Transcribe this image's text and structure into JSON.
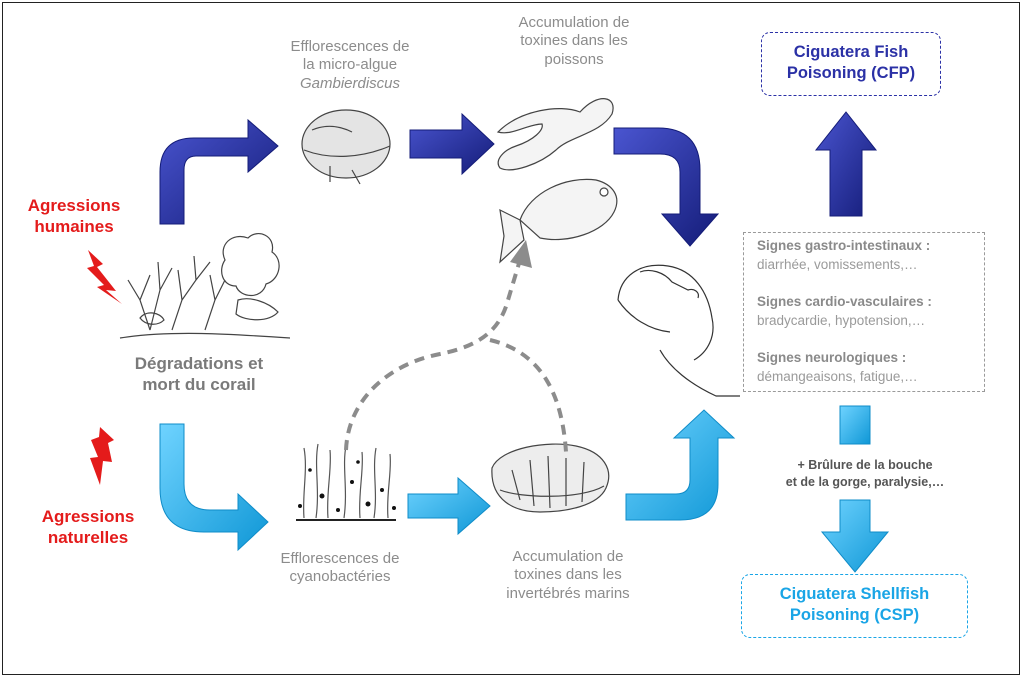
{
  "labels": {
    "human_aggression_1": "Agressions",
    "human_aggression_2": "humaines",
    "natural_aggression_1": "Agressions",
    "natural_aggression_2": "naturelles",
    "coral_1": "Dégradations et",
    "coral_2": "mort du corail",
    "gambier_1": "Efflorescences de",
    "gambier_2": "la micro-algue",
    "gambier_3": "Gambierdiscus",
    "fish_acc_1": "Accumulation de",
    "fish_acc_2": "toxines dans les",
    "fish_acc_3": "poissons",
    "cyano_1": "Efflorescences de",
    "cyano_2": "cyanobactéries",
    "invert_acc_1": "Accumulation de",
    "invert_acc_2": "toxines dans les",
    "invert_acc_3": "invertébrés marins"
  },
  "cfp": {
    "line1": "Ciguatera Fish",
    "line2": "Poisoning (CFP)",
    "color": "#2b31a6"
  },
  "csp": {
    "line1": "Ciguatera Shellfish",
    "line2": "Poisoning (CSP)",
    "color": "#1aa5e6"
  },
  "symptoms": [
    {
      "title": "Signes gastro-intestinaux :",
      "detail": "diarrhée, vomissements,…"
    },
    {
      "title": "Signes cardio-vasculaires :",
      "detail": "bradycardie, hypotension,…"
    },
    {
      "title": "Signes neurologiques :",
      "detail": "démangeaisons, fatigue,…"
    }
  ],
  "extra": {
    "line1": "+ Brûlure de la bouche",
    "line2": "et de la gorge, paralysie,…"
  },
  "colors": {
    "dark_blue": "#1f2a9a",
    "light_blue": "#19aee8",
    "red": "#e41b1b",
    "dashed_grey": "#8c8c8c"
  },
  "icons": [
    "lightning-icon",
    "coral-illustration",
    "gambierdiscus-illustration",
    "moray-eel-illustration",
    "reef-fish-illustration",
    "cyanobacteria-illustration",
    "giant-clam-illustration",
    "sick-person-illustration"
  ]
}
